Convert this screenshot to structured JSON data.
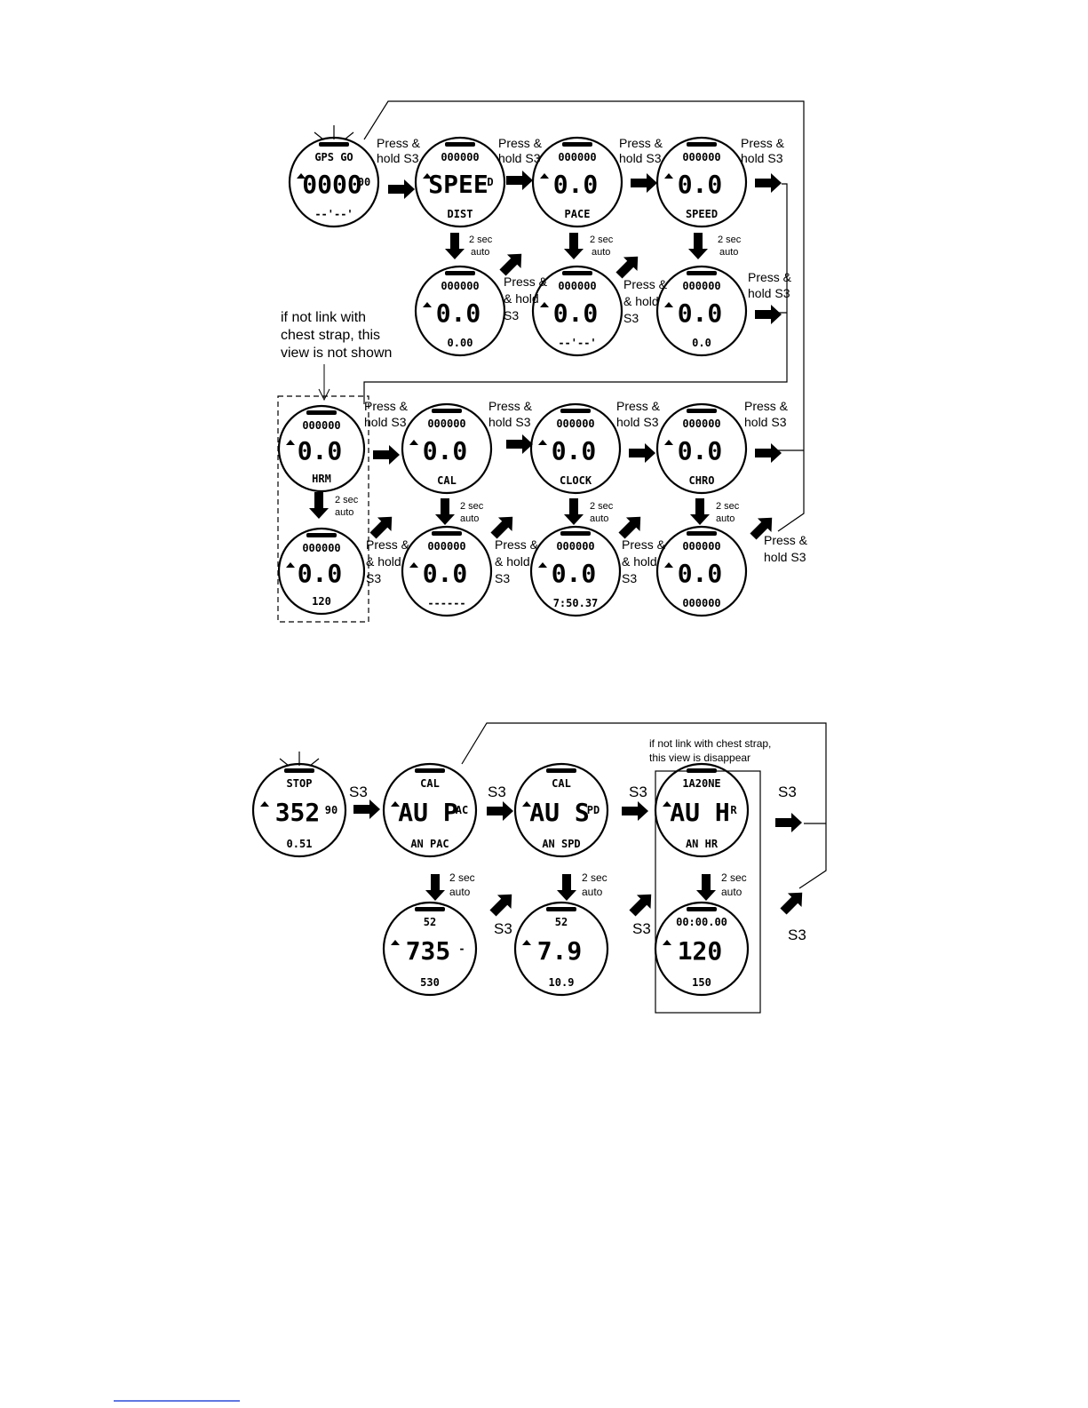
{
  "labels": {
    "press_and": "Press &",
    "hold_s3": "hold S3",
    "and_hold": "& hold",
    "s3": "S3",
    "two_sec": "2 sec",
    "auto": "auto"
  },
  "notes": {
    "top_line1": "if not link with",
    "top_line2": "chest strap, this",
    "top_line3": "view is not shown",
    "bottom_line1": "if not link with chest strap,",
    "bottom_line2": "this view is disappear"
  },
  "watches": [
    {
      "top": "GPS  GO",
      "main": "0000",
      "side": "00",
      "bottom": "--'--'"
    },
    {
      "top": "000000",
      "main": "SPEE",
      "side": "D",
      "bottom": "DIST"
    },
    {
      "top": "000000",
      "main": "0.0",
      "side": "",
      "bottom": "PACE"
    },
    {
      "top": "000000",
      "main": "0.0",
      "side": "",
      "bottom": "SPEED"
    },
    {
      "top": "000000",
      "main": "0.0",
      "side": "",
      "bottom": "0.00"
    },
    {
      "top": "000000",
      "main": "0.0",
      "side": "",
      "bottom": "--'--'"
    },
    {
      "top": "000000",
      "main": "0.0",
      "side": "",
      "bottom": "0.0"
    },
    {
      "top": "000000",
      "main": "0.0",
      "side": "",
      "bottom": "HRM"
    },
    {
      "top": "000000",
      "main": "0.0",
      "side": "",
      "bottom": "CAL"
    },
    {
      "top": "000000",
      "main": "0.0",
      "side": "",
      "bottom": "CLOCK"
    },
    {
      "top": "000000",
      "main": "0.0",
      "side": "",
      "bottom": "CHRO"
    },
    {
      "top": "000000",
      "main": "0.0",
      "side": "",
      "bottom": "120"
    },
    {
      "top": "000000",
      "main": "0.0",
      "side": "",
      "bottom": "------"
    },
    {
      "top": "000000",
      "main": "0.0",
      "side": "",
      "bottom": "7:50.37"
    },
    {
      "top": "000000",
      "main": "0.0",
      "side": "",
      "bottom": "000000"
    },
    {
      "top": "STOP",
      "main": "352",
      "side": "90",
      "bottom": "0.51"
    },
    {
      "top": "CAL",
      "main": "AU  P",
      "side": "AC",
      "bottom": "AN  PAC"
    },
    {
      "top": "CAL",
      "main": "AU  S",
      "side": "PD",
      "bottom": "AN  SPD"
    },
    {
      "top": "1A20NE",
      "main": "AU  H",
      "side": "R",
      "bottom": "AN  HR"
    },
    {
      "top": "52",
      "main": "735",
      "side": "-",
      "bottom": "530"
    },
    {
      "top": "52",
      "main": "7.9",
      "side": "",
      "bottom": "10.9"
    },
    {
      "top": "00:00.00",
      "main": "120",
      "side": "",
      "bottom": "150"
    }
  ]
}
